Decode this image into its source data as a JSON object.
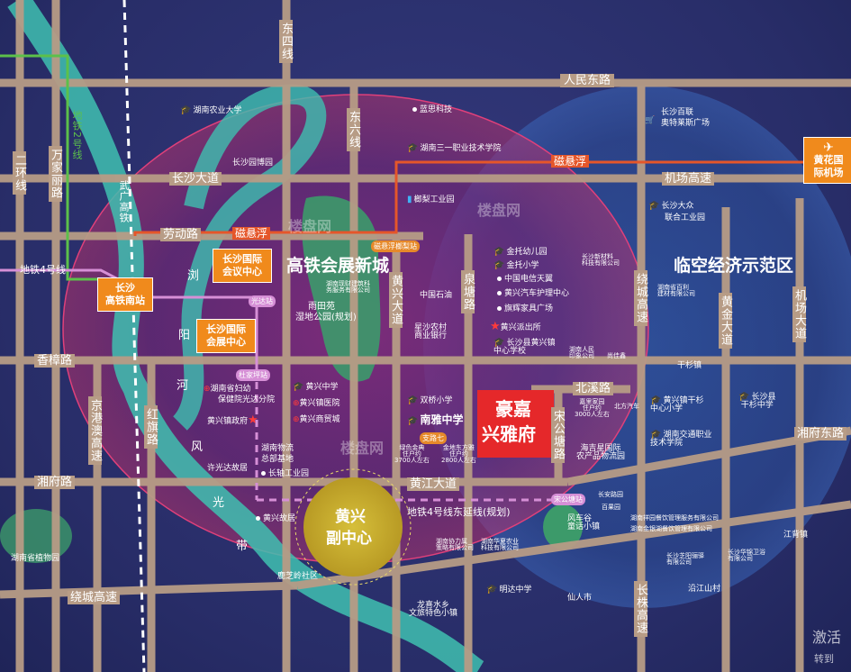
{
  "roads": {
    "renmin_east": "人民东路",
    "changsha_avenue": "长沙大道",
    "jichang_express": "机场高速",
    "laodong": "劳动路",
    "xiangzhang": "香樟路",
    "beixi": "北溪路",
    "xiangfu_west": "湘府路",
    "xiangfu_east": "湘府东路",
    "huangjiang": "黄江大道",
    "raocheng_south": "绕城高速",
    "dongsi": "东四线",
    "dongliu": "东六线",
    "erhuan": "二环线",
    "wanjiali": "万家丽路",
    "wuguang": "武广高铁",
    "huangxing_ave": "黄兴大道",
    "quanyan": "泉塘路",
    "raocheng_v": "绕城高速",
    "huangjin": "黄金大道",
    "jichang_ave": "机场大道",
    "jinggangao": "京港澳高速",
    "hongqi": "红旗路",
    "songgongtang": "宋公塘路",
    "changzhu": "长株高速",
    "cixuanfu_1": "磁悬浮",
    "cixuanfu_2": "磁悬浮",
    "metro2": "地铁2号线",
    "metro4": "地铁4号线",
    "metro4_ext": "地铁4号线东延线(规划)"
  },
  "areas": {
    "hsr_city": "高铁会展新城",
    "airport_zone": "临空经济示范区",
    "subcenter_1": "黄兴",
    "subcenter_2": "副中心",
    "project_1": "豪嘉",
    "project_2": "兴雅府"
  },
  "boxes": {
    "station": "长沙\n高铁南站",
    "conference": "长沙国际\n会议中心",
    "expo": "长沙国际\n会展中心",
    "airport": "黄花国\n际机场",
    "airport_symbol": "✈"
  },
  "river": [
    "浏",
    "阳",
    "河",
    "风",
    "光",
    "带"
  ],
  "tags": {
    "maglev_station": "磁悬浮榔梨站",
    "guangda": "光达站",
    "dujia": "杜家坪站",
    "songgong": "宋公塘站",
    "zhixingqi": "支路七"
  },
  "pois": {
    "agri_univ": "湖南农业大学",
    "garden_expo": "长沙园博园",
    "lansi": "蓝思科技",
    "sanzhi": "湖南三一职业技术学院",
    "baixian": "长沙百联",
    "aotelai": "奥特莱斯广场",
    "dazhong": "长沙大众",
    "dazhong2": "联合工业园",
    "langli": "榔梨工业园",
    "jintuo_kg": "金托幼儿园",
    "jintuo_ps": "金托小学",
    "telecom": "中国电信天翼",
    "hx_nursing": "黄兴汽车护理中心",
    "qihui": "旗辉家具广场",
    "hx_police": "黄兴派出所",
    "hx_center_school": "长沙县黄兴镇\n中心学校",
    "sinopec": "中国石油",
    "xingsha_bank": "星沙农村\n商业银行",
    "yutian_1": "雨田苑",
    "yutian_2": "湿地公园(规划)",
    "hn_finance": "湖南现财建筑科\n务服务有限公司",
    "hx_ms": "黄兴中学",
    "hx_hospital": "黄兴镇医院",
    "hx_trade": "黄兴商贸城",
    "hx_gov": "黄兴镇政府",
    "mch_1": "湖南省妇幼",
    "mch_2": "保健院光达分院",
    "wuliu_1": "湖南物流",
    "wuliu_2": "总部基地",
    "xuda": "许光达故居",
    "changzhou_ind": "长轴工业园",
    "shuangqiao": "双桥小学",
    "nanya": "南雅中学",
    "jinse_1": "绿色金典",
    "jinse_2": "住户约",
    "jinse_3": "3700人左右",
    "jindi_1": "金地东方雅",
    "jindi_2": "住户约",
    "jindi_3": "2800人左右",
    "jiaji_1": "嘉里家园",
    "jiaji_2": "住户约",
    "jiaji_3": "3000人左右",
    "beifang": "北方汽车",
    "haiji": "海吉星国际\n农产品物流园",
    "hx_ganshan": "黄兴镇干杉\n中心小学",
    "hn_jiaotong": "湖南交通职业\n技术学院",
    "ganshan_town": "干杉镇",
    "ganshan_ms": "长沙县\n干杉中学",
    "xinjia_1": "长沙新材料",
    "xinjia_2": "科技有限公司",
    "jiancai_1": "湖南省百利",
    "jiancai_2": "建材有限公司",
    "guangren_1": "湖南人民",
    "guangren_2": "印象公司",
    "shangyi": "尚佳鑫",
    "fengche": "风车谷\n童话小镇",
    "changan": "长安路园",
    "baiguo": "百果园",
    "cater_1": "湖南祥园餐饮管理服务有限公司",
    "cater_2": "湖南金银湖餐饮管理有限公司",
    "changsha_fuyi": "长沙芝阳骊驿\n有限公司",
    "huakang": "长沙华锦卫浴\n有限公司",
    "jiangbei": "江背镇",
    "jiangyun": "沿江山村",
    "hx_folk": "黄兴故居",
    "luzhiling": "鹿芝岭社区",
    "xiezhi_1": "湖南协力属",
    "xiezhi_2": "策略有限公司",
    "huaxia_1": "湖南华夏农业",
    "huaxia_2": "科技有限公司",
    "mingda": "明达中学",
    "longxi_1": "龙喜水乡",
    "longxi_2": "文旅特色小镇",
    "xianren": "仙人市",
    "botanical": "湖南省植物园"
  },
  "watermarks": [
    "楼盘网",
    "楼盘网",
    "楼盘网"
  ],
  "corner_text_1": "激活",
  "corner_text_2": "转到"
}
